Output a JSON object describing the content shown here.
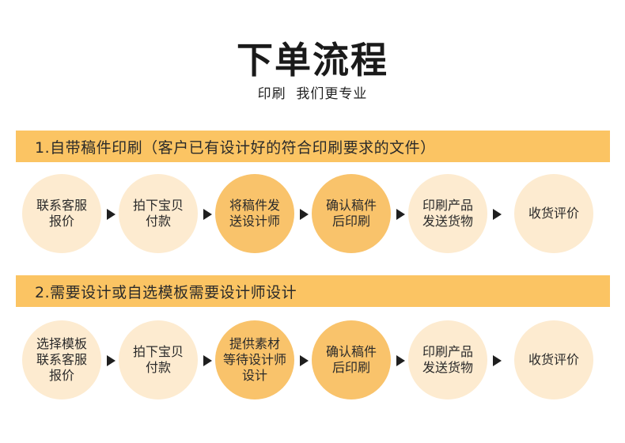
{
  "header": {
    "title": "下单流程",
    "subtitle": "印刷  我们更专业"
  },
  "sections": [
    {
      "banner": "1.自带稿件印刷（客户已有设计好的符合印刷要求的文件）",
      "steps": [
        {
          "label": "联系客服\n报价"
        },
        {
          "label": "拍下宝贝\n付款"
        },
        {
          "label": "将稿件发\n送设计师"
        },
        {
          "label": "确认稿件\n后印刷"
        },
        {
          "label": "印刷产品\n发送货物"
        },
        {
          "label": "收货评价"
        }
      ]
    },
    {
      "banner": "2.需要设计或自选模板需要设计师设计",
      "steps": [
        {
          "label": "选择模板\n联系客服\n报价"
        },
        {
          "label": "拍下宝贝\n付款"
        },
        {
          "label": "提供素材\n等待设计师\n设计"
        },
        {
          "label": "确认稿件\n后印刷"
        },
        {
          "label": "印刷产品\n发送货物"
        },
        {
          "label": "收货评价"
        }
      ]
    }
  ]
}
